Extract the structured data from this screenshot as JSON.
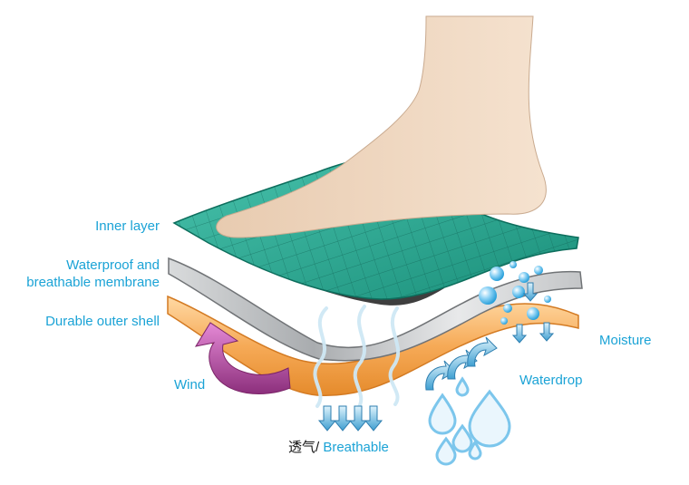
{
  "labels": {
    "inner_layer": "Inner layer",
    "membrane_line1": "Waterproof and",
    "membrane_line2": "breathable membrane",
    "outer_shell": "Durable outer shell",
    "wind": "Wind",
    "moisture": "Moisture",
    "waterdrop": "Waterdrop",
    "breathable_zh": "透气/",
    "breathable_en": " Breathable"
  },
  "colors": {
    "label_blue": "#1ba3d6",
    "inner_layer_teal": "#2aa892",
    "membrane_grey": "#b9bcbf",
    "outer_shell_orange": "#f4a24a",
    "wind_arrow": "#b03f95",
    "water_blue": "#4fb6e6",
    "skin": "#efd6bd"
  },
  "icons": {
    "wind": "curved-arrow-icon",
    "breathable": "down-arrow-icon",
    "moisture": "bubble-icon",
    "waterdrop": "water-drop-icon"
  }
}
